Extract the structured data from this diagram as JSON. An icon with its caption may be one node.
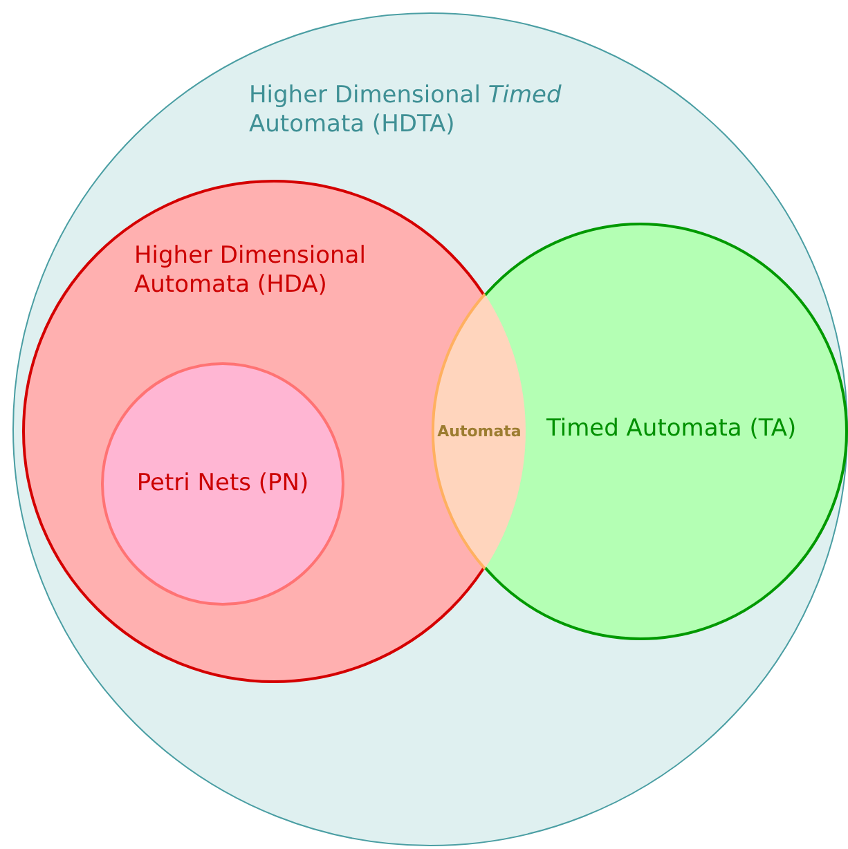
{
  "diagram": {
    "nodes": [
      {
        "text": [
          "Higher Dimensional *Timed* Automata (HDTA)"
        ]
      },
      {
        "text": [
          "Higher Dimensional Automata (HDA)"
        ],
        "in": 0
      },
      {
        "text": [
          "Petri Nets (PN)"
        ],
        "in": 1
      },
      {
        "text": [
          "Timed Automata (TA)"
        ],
        "in": 0
      },
      {
        "text": [
          "Automata"
        ]
      }
    ]
  }
}
